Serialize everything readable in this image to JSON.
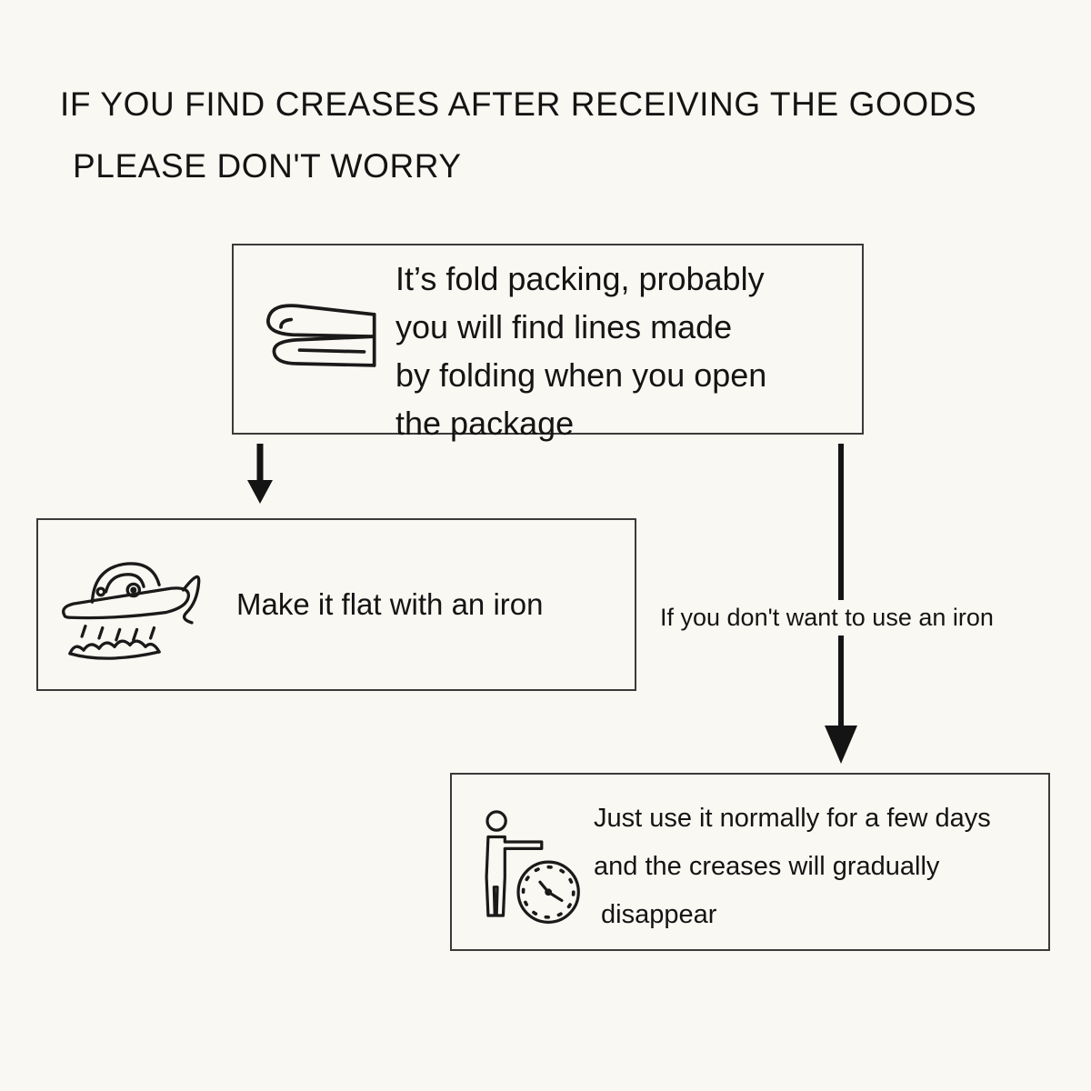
{
  "page": {
    "bg_color": "#faf8f2",
    "text_color": "#141414",
    "border_color": "#3a3a3a",
    "arrow_color": "#141414"
  },
  "header": {
    "line1": "IF YOU FIND CREASES AFTER RECEIVING THE GOODS",
    "line2": "PLEASE DON'T WORRY"
  },
  "fold_box": {
    "icon": "folded-blanket-icon",
    "lines": [
      "It’s fold packing, probably",
      "you will find lines made",
      "by folding when you open",
      "the package"
    ]
  },
  "iron_box": {
    "icon": "iron-icon",
    "label": "Make it flat with an iron"
  },
  "no_iron_label": "If you don't want to use an iron",
  "time_box": {
    "icon": "person-clock-icon",
    "lines": [
      "Just use it normally for a few days",
      "and the creases will gradually",
      "disappear"
    ]
  }
}
